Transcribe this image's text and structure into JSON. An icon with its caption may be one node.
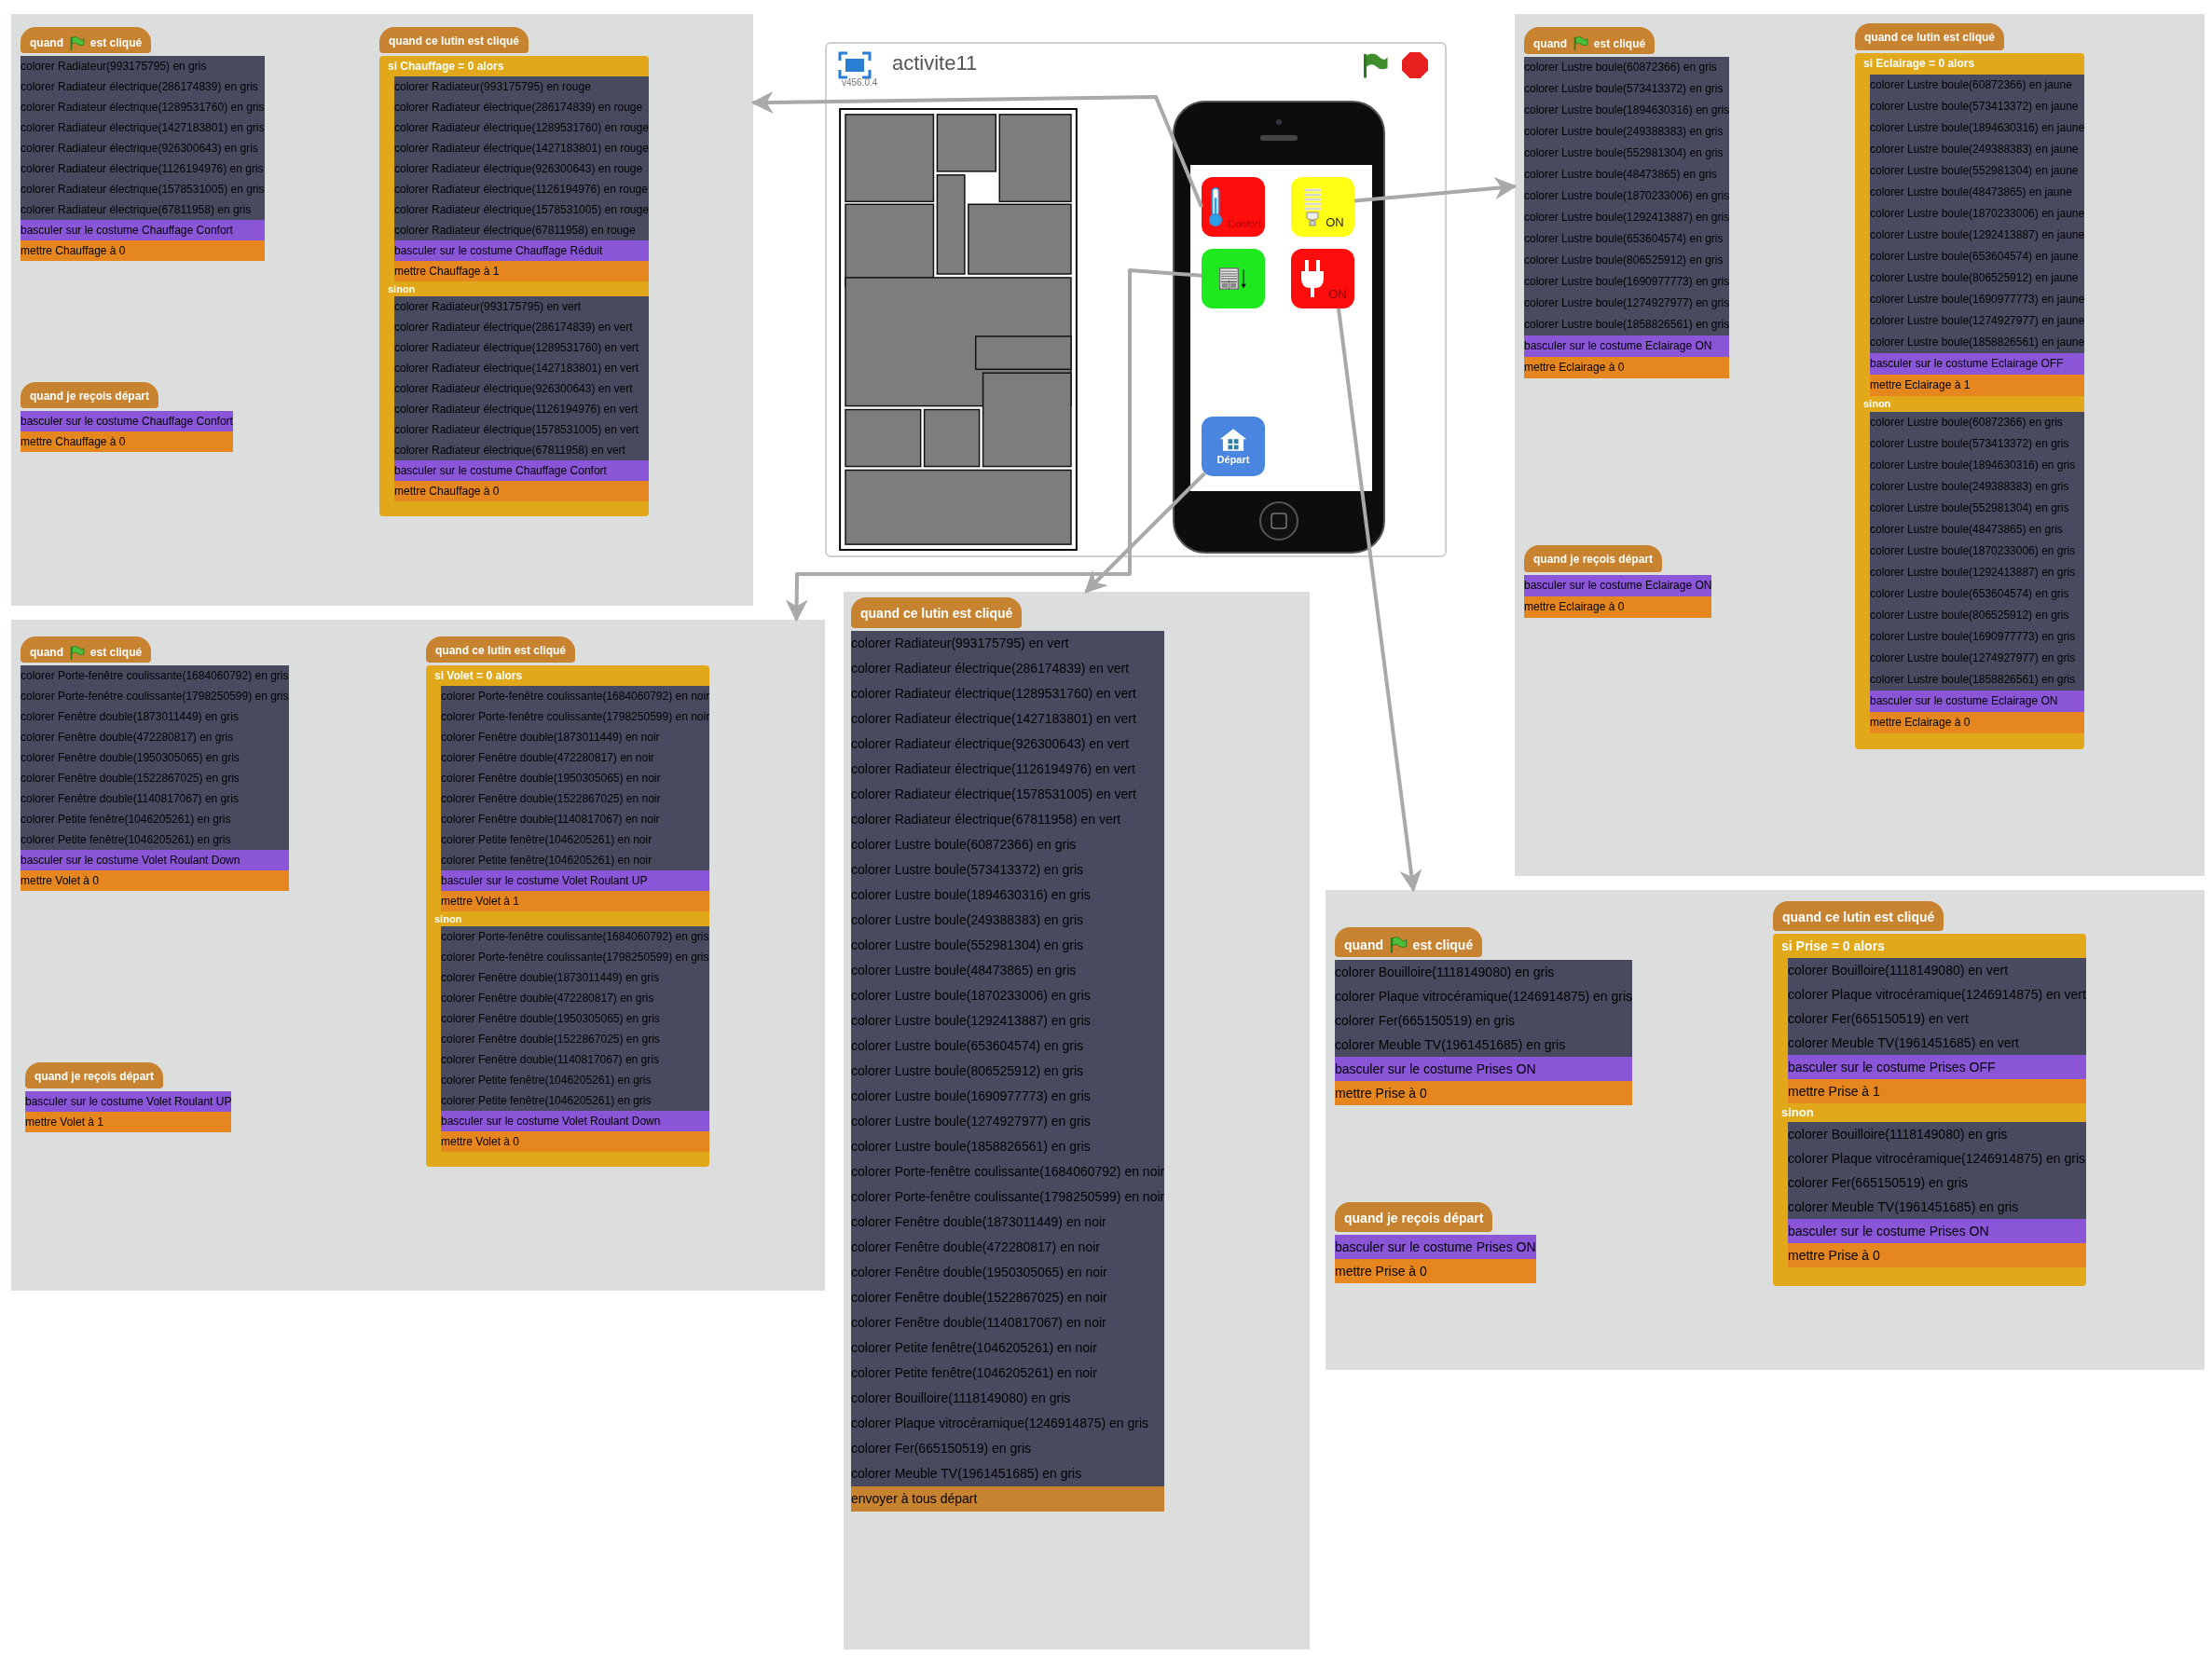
{
  "diagram": {
    "nodes": [
      {
        "text": [
          "activite11",
          "v456.0.4"
        ]
      },
      {
        "text": [],
        "shape": "picture",
        "in": 0
      },
      {
        "text": [],
        "shape": "picture",
        "in": 0
      },
      {
        "text": [
          "Confort"
        ],
        "in": 2
      },
      {
        "text": [
          "ON"
        ],
        "in": 2
      },
      {
        "text": [],
        "shape": "box",
        "in": 2
      },
      {
        "text": [
          "ON"
        ],
        "in": 2
      },
      {
        "text": [
          "Départ"
        ],
        "in": 2
      },
      {
        "text": [],
        "shape": "box"
      },
      {
        "text": [
          "quand",
          "est cliqué",
          "colorer Radiateur(993175795) en gris",
          "colorer Radiateur électrique(286174839) en gris",
          "colorer Radiateur électrique(1289531760) en gris",
          "colorer Radiateur électrique(1427183801) en gris",
          "colorer Radiateur électrique(926300643) en gris",
          "colorer Radiateur électrique(1126194976) en gris",
          "colorer Radiateur électrique(1578531005) en gris",
          "colorer Radiateur électrique(67811958) en gris",
          "basculer sur le costume Chauffage Confort",
          "mettre Chauffage à 0"
        ],
        "in": 8
      },
      {
        "text": [
          "quand je reçois départ",
          "basculer sur le costume Chauffage Confort",
          "mettre Chauffage à 0"
        ],
        "in": 8
      },
      {
        "text": [
          "quand ce lutin est cliqué",
          "si Chauffage = 0 alors",
          "colorer Radiateur(993175795) en rouge",
          "colorer Radiateur électrique(286174839) en rouge",
          "colorer Radiateur électrique(1289531760) en rouge",
          "colorer Radiateur électrique(1427183801) en rouge",
          "colorer Radiateur électrique(926300643) en rouge",
          "colorer Radiateur électrique(1126194976) en rouge",
          "colorer Radiateur électrique(1578531005) en rouge",
          "colorer Radiateur électrique(67811958) en rouge",
          "basculer sur le costume Chauffage Réduit",
          "mettre Chauffage à 1",
          "sinon",
          "colorer Radiateur(993175795) en vert",
          "colorer Radiateur électrique(286174839) en vert",
          "colorer Radiateur électrique(1289531760) en vert",
          "colorer Radiateur électrique(1427183801) en vert",
          "colorer Radiateur électrique(926300643) en vert",
          "colorer Radiateur électrique(1126194976) en vert",
          "colorer Radiateur électrique(1578531005) en vert",
          "colorer Radiateur électrique(67811958) en vert",
          "basculer sur le costume Chauffage Confort",
          "mettre Chauffage à 0"
        ],
        "in": 8
      },
      {
        "text": [],
        "shape": "box"
      },
      {
        "text": [
          "quand",
          "est cliqué",
          "colorer Lustre boule(60872366) en gris",
          "colorer Lustre boule(573413372) en gris",
          "colorer Lustre boule(1894630316) en gris",
          "colorer Lustre boule(249388383) en gris",
          "colorer Lustre boule(552981304) en gris",
          "colorer Lustre boule(48473865) en gris",
          "colorer Lustre boule(1870233006) en gris",
          "colorer Lustre boule(1292413887) en gris",
          "colorer Lustre boule(653604574) en gris",
          "colorer Lustre boule(806525912) en gris",
          "colorer Lustre boule(1690977773) en gris",
          "colorer Lustre boule(1274927977) en gris",
          "colorer Lustre boule(1858826561) en gris",
          "basculer sur le costume Eclairage ON",
          "mettre Eclairage à 0"
        ],
        "in": 12
      },
      {
        "text": [
          "quand je reçois départ",
          "basculer sur le costume Eclairage ON",
          "mettre Eclairage à 0"
        ],
        "in": 12
      },
      {
        "text": [
          "quand ce lutin est cliqué",
          "si Eclairage = 0 alors",
          "colorer Lustre boule(60872366) en jaune",
          "colorer Lustre boule(573413372) en jaune",
          "colorer Lustre boule(1894630316) en jaune",
          "colorer Lustre boule(249388383) en jaune",
          "colorer Lustre boule(552981304) en jaune",
          "colorer Lustre boule(48473865) en jaune",
          "colorer Lustre boule(1870233006) en jaune",
          "colorer Lustre boule(1292413887) en jaune",
          "colorer Lustre boule(653604574) en jaune",
          "colorer Lustre boule(806525912) en jaune",
          "colorer Lustre boule(1690977773) en jaune",
          "colorer Lustre boule(1274927977) en jaune",
          "colorer Lustre boule(1858826561) en jaune",
          "basculer sur le costume Eclairage OFF",
          "mettre Eclairage à 1",
          "sinon",
          "colorer Lustre boule(60872366) en gris",
          "colorer Lustre boule(573413372) en gris",
          "colorer Lustre boule(1894630316) en gris",
          "colorer Lustre boule(249388383) en gris",
          "colorer Lustre boule(552981304) en gris",
          "colorer Lustre boule(48473865) en gris",
          "colorer Lustre boule(1870233006) en gris",
          "colorer Lustre boule(1292413887) en gris",
          "colorer Lustre boule(653604574) en gris",
          "colorer Lustre boule(806525912) en gris",
          "colorer Lustre boule(1690977773) en gris",
          "colorer Lustre boule(1274927977) en gris",
          "colorer Lustre boule(1858826561) en gris",
          "basculer sur le costume Eclairage ON",
          "mettre Eclairage à 0"
        ],
        "in": 12
      },
      {
        "text": [],
        "shape": "box"
      },
      {
        "text": [
          "quand",
          "est cliqué",
          "colorer Porte-fenêtre coulissante(1684060792) en gris",
          "colorer Porte-fenêtre coulissante(1798250599) en gris",
          "colorer Fenêtre double(1873011449) en gris",
          "colorer Fenêtre double(472280817) en gris",
          "colorer Fenêtre double(1950305065) en gris",
          "colorer Fenêtre double(1522867025) en gris",
          "colorer Fenêtre double(1140817067) en gris",
          "colorer Petite fenêtre(1046205261) en gris",
          "colorer Petite fenêtre(1046205261) en gris",
          "basculer sur le costume Volet Roulant Down",
          "mettre Volet à 0"
        ],
        "in": 16
      },
      {
        "text": [
          "quand je reçois départ",
          "basculer sur le costume Volet Roulant UP",
          "mettre Volet à 1"
        ],
        "in": 16
      },
      {
        "text": [
          "quand ce lutin est cliqué",
          "si Volet = 0 alors",
          "colorer Porte-fenêtre coulissante(1684060792) en noir",
          "colorer Porte-fenêtre coulissante(1798250599) en noir",
          "colorer Fenêtre double(1873011449) en noir",
          "colorer Fenêtre double(472280817) en noir",
          "colorer Fenêtre double(1950305065) en noir",
          "colorer Fenêtre double(1522867025) en noir",
          "colorer Fenêtre double(1140817067) en noir",
          "colorer Petite fenêtre(1046205261) en noir",
          "colorer Petite fenêtre(1046205261) en noir",
          "basculer sur le costume Volet Roulant UP",
          "mettre Volet à 1",
          "sinon",
          "colorer Porte-fenêtre coulissante(1684060792) en gris",
          "colorer Porte-fenêtre coulissante(1798250599) en gris",
          "colorer Fenêtre double(1873011449) en gris",
          "colorer Fenêtre double(472280817) en gris",
          "colorer Fenêtre double(1950305065) en gris",
          "colorer Fenêtre double(1522867025) en gris",
          "colorer Fenêtre double(1140817067) en gris",
          "colorer Petite fenêtre(1046205261) en gris",
          "colorer Petite fenêtre(1046205261) en gris",
          "basculer sur le costume Volet Roulant Down",
          "mettre Volet à 0"
        ],
        "in": 16
      },
      {
        "text": [],
        "shape": "box"
      },
      {
        "text": [
          "quand ce lutin est cliqué",
          "colorer Radiateur(993175795) en vert",
          "colorer Radiateur électrique(286174839) en vert",
          "colorer Radiateur électrique(1289531760) en vert",
          "colorer Radiateur électrique(1427183801) en vert",
          "colorer Radiateur électrique(926300643) en vert",
          "colorer Radiateur électrique(1126194976) en vert",
          "colorer Radiateur électrique(1578531005) en vert",
          "colorer Radiateur électrique(67811958) en vert",
          "colorer Lustre boule(60872366) en gris",
          "colorer Lustre boule(573413372) en gris",
          "colorer Lustre boule(1894630316) en gris",
          "colorer Lustre boule(249388383) en gris",
          "colorer Lustre boule(552981304) en gris",
          "colorer Lustre boule(48473865) en gris",
          "colorer Lustre boule(1870233006) en gris",
          "colorer Lustre boule(1292413887) en gris",
          "colorer Lustre boule(653604574) en gris",
          "colorer Lustre boule(806525912) en gris",
          "colorer Lustre boule(1690977773) en gris",
          "colorer Lustre boule(1274927977) en gris",
          "colorer Lustre boule(1858826561) en gris",
          "colorer Porte-fenêtre coulissante(1684060792) en noir",
          "colorer Porte-fenêtre coulissante(1798250599) en noir",
          "colorer Fenêtre double(1873011449) en noir",
          "colorer Fenêtre double(472280817) en noir",
          "colorer Fenêtre double(1950305065) en noir",
          "colorer Fenêtre double(1522867025) en noir",
          "colorer Fenêtre double(1140817067) en noir",
          "colorer Petite fenêtre(1046205261) en noir",
          "colorer Petite fenêtre(1046205261) en noir",
          "colorer Bouilloire(1118149080) en gris",
          "colorer Plaque vitrocéramique(1246914875) en gris",
          "colorer Fer(665150519) en gris",
          "colorer Meuble TV(1961451685) en gris",
          "envoyer à tous départ"
        ],
        "in": 20
      },
      {
        "text": [],
        "shape": "box"
      },
      {
        "text": [
          "quand",
          "est cliqué",
          "colorer Bouilloire(1118149080) en gris",
          "colorer Plaque vitrocéramique(1246914875) en gris",
          "colorer Fer(665150519) en gris",
          "colorer Meuble TV(1961451685) en gris",
          "basculer sur le costume Prises ON",
          "mettre Prise à 0"
        ],
        "in": 22
      },
      {
        "text": [
          "quand je reçois départ",
          "basculer sur le costume Prises ON",
          "mettre Prise à 0"
        ],
        "in": 22
      },
      {
        "text": [
          "quand ce lutin est cliqué",
          "si Prise = 0 alors",
          "colorer Bouilloire(1118149080) en vert",
          "colorer Plaque vitrocéramique(1246914875) en vert",
          "colorer Fer(665150519) en vert",
          "colorer Meuble TV(1961451685) en vert",
          "basculer sur le costume Prises OFF",
          "mettre Prise à 1",
          "sinon",
          "colorer Bouilloire(1118149080) en gris",
          "colorer Plaque vitrocéramique(1246914875) en gris",
          "colorer Fer(665150519) en gris",
          "colorer Meuble TV(1961451685) en gris",
          "basculer sur le costume Prises ON",
          "mettre Prise à 0"
        ],
        "in": 22
      }
    ],
    "edges": [
      {
        "from": 3,
        "to": 8,
        "arrow": "to"
      },
      {
        "from": 4,
        "to": 12,
        "arrow": "to"
      },
      {
        "from": 5,
        "to": 16,
        "arrow": "to"
      },
      {
        "from": 7,
        "to": 20,
        "arrow": "to"
      },
      {
        "from": 6,
        "to": 22,
        "arrow": "to"
      }
    ]
  }
}
